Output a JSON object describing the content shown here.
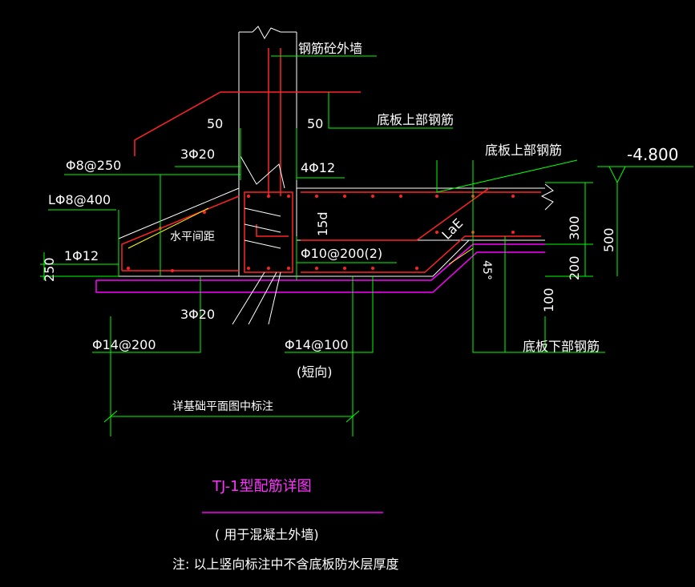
{
  "drawing": {
    "title": "TJ-1型配筋详图",
    "subtitle": "( 用于混凝土外墙)",
    "note": "注: 以上竖向标注中不含底板防水层厚度"
  },
  "labels": {
    "wall": "钢筋砼外墙",
    "slab_top_rebar_1": "底板上部钢筋",
    "slab_top_rebar_2": "底板上部钢筋",
    "slab_bottom_rebar": "底板下部钢筋",
    "dim_50_left": "50",
    "dim_50_right": "50",
    "bar_3phi20_top": "3Φ20",
    "bar_4phi12": "4Φ12",
    "stirrup_phi8_250": "Φ8@250",
    "stirrup_lphi8_400": "LΦ8@400",
    "horizontal_spacing": "水平间距",
    "bar_1phi12": "1Φ12",
    "dim_250": "250",
    "dim_15d": "15d",
    "dim_lae": "LaE",
    "bar_phi10_200": "Φ10@200(2)",
    "bar_3phi20_bottom": "3Φ20",
    "bar_phi14_200": "Φ14@200",
    "bar_phi14_100": "Φ14@100",
    "short_direction": "(短向)",
    "see_plan": "详基础平面图中标注",
    "elevation": "-4.800",
    "dim_300": "300",
    "dim_500": "500",
    "dim_200": "200",
    "dim_100": "100",
    "dim_45": "45°"
  },
  "colors": {
    "background": "#000000",
    "dimension": "#00ff00",
    "rebar": "#ff2222",
    "outline": "#ffffff",
    "waterproof": "#ff00ff",
    "title": "#ff33ff"
  }
}
